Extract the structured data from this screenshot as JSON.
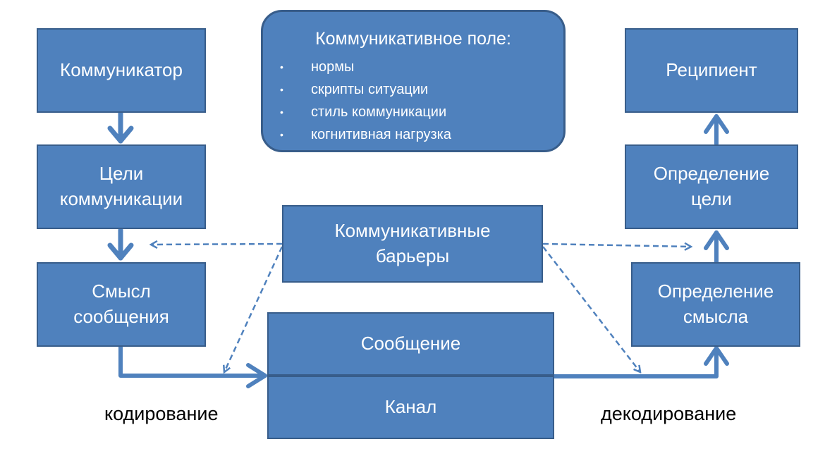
{
  "nodes": {
    "communicator": "Коммуникатор",
    "goals": [
      "Цели",
      "коммуникации"
    ],
    "meaning": [
      "Смысл",
      "сообщения"
    ],
    "barriers": [
      "Коммуникативные",
      "барьеры"
    ],
    "message": "Сообщение",
    "channel": "Канал",
    "recipient": "Реципиент",
    "goal_determination": [
      "Определение",
      "цели"
    ],
    "meaning_determination": [
      "Определение",
      "смысла"
    ]
  },
  "communicative_field": {
    "title": "Коммуникативное поле:",
    "bullet": "•",
    "items": [
      "нормы",
      "скрипты ситуации",
      "стиль коммуникации",
      "когнитивная нагрузка"
    ]
  },
  "labels": {
    "encoding": "кодирование",
    "decoding": "декодирование"
  },
  "colors": {
    "box_fill": "#4f81bd",
    "box_border": "#385d8a",
    "arrow": "#4f81bd"
  }
}
